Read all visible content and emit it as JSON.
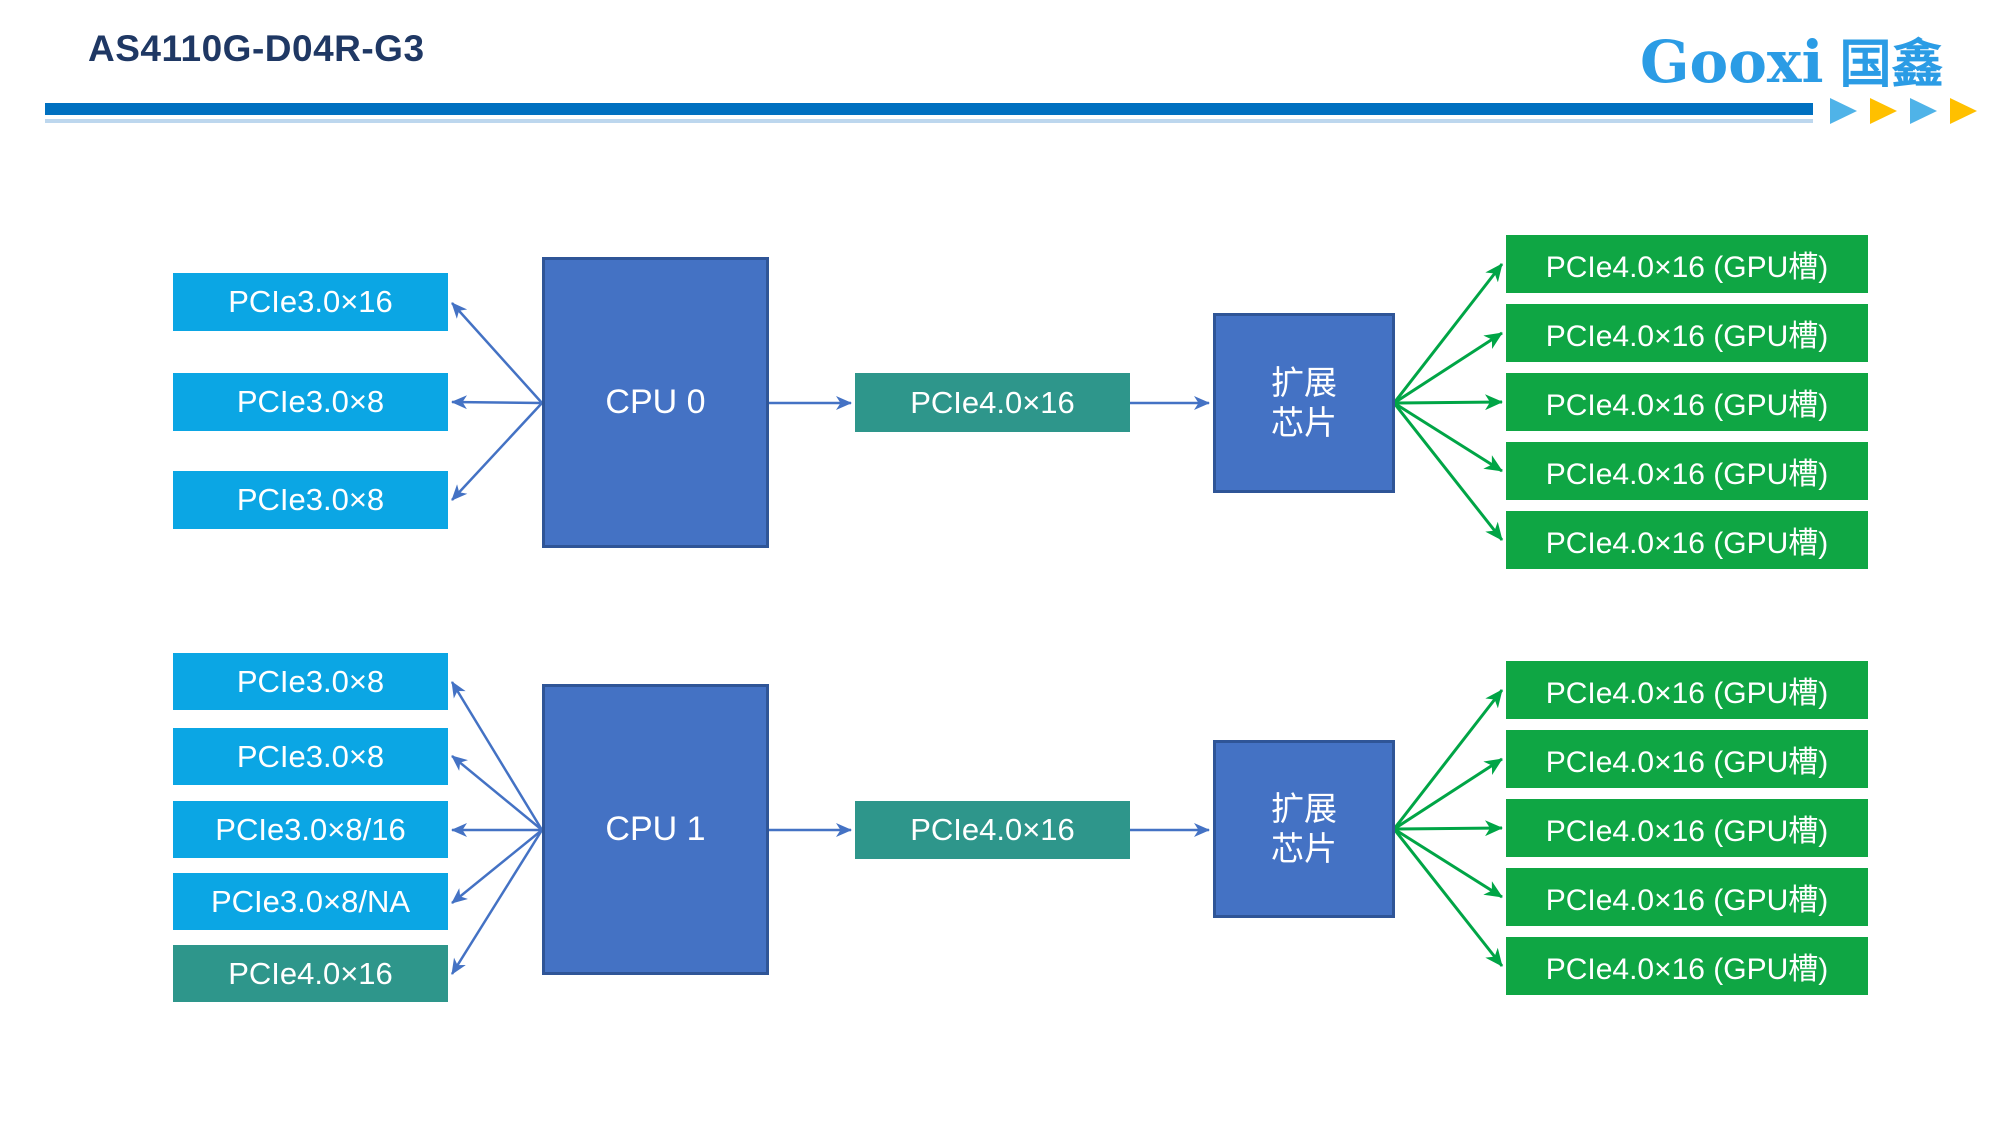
{
  "header": {
    "title": "AS4110G-D04R-G3",
    "logo_latin": "Gooxi",
    "logo_cjk": "国鑫"
  },
  "colors": {
    "title-navy": "#1F3864",
    "logo-blue": "#2B9CE5",
    "bar-blue": "#0070C0",
    "bar-light": "#BDD7EE",
    "tri-blue": "#4FB3E8",
    "tri-orange": "#FFC000",
    "box-blue": "#4472C4",
    "box-blue-border": "#2F5597",
    "cyan": "#0BA6E4",
    "teal": "#2E968B",
    "green": "#0FA644",
    "arrow-blue": "#4472C4",
    "arrow-green": "#00A546"
  },
  "diagram_top": {
    "cpu_label": "CPU 0",
    "left_slots": [
      {
        "label": "PCIe3.0×16"
      },
      {
        "label": "PCIe3.0×8"
      },
      {
        "label": "PCIe3.0×8"
      }
    ],
    "link_label": "PCIe4.0×16",
    "expander_line1": "扩展",
    "expander_line2": "芯片",
    "gpu_slots": [
      "PCIe4.0×16 (GPU槽)",
      "PCIe4.0×16 (GPU槽)",
      "PCIe4.0×16 (GPU槽)",
      "PCIe4.0×16 (GPU槽)",
      "PCIe4.0×16 (GPU槽)"
    ]
  },
  "diagram_bottom": {
    "cpu_label": "CPU 1",
    "left_slots": [
      {
        "label": "PCIe3.0×8"
      },
      {
        "label": "PCIe3.0×8"
      },
      {
        "label": "PCIe3.0×8/16"
      },
      {
        "label": "PCIe3.0×8/NA"
      },
      {
        "label": "PCIe4.0×16"
      }
    ],
    "link_label": "PCIe4.0×16",
    "expander_line1": "扩展",
    "expander_line2": "芯片",
    "gpu_slots": [
      "PCIe4.0×16 (GPU槽)",
      "PCIe4.0×16 (GPU槽)",
      "PCIe4.0×16 (GPU槽)",
      "PCIe4.0×16 (GPU槽)",
      "PCIe4.0×16 (GPU槽)"
    ]
  }
}
